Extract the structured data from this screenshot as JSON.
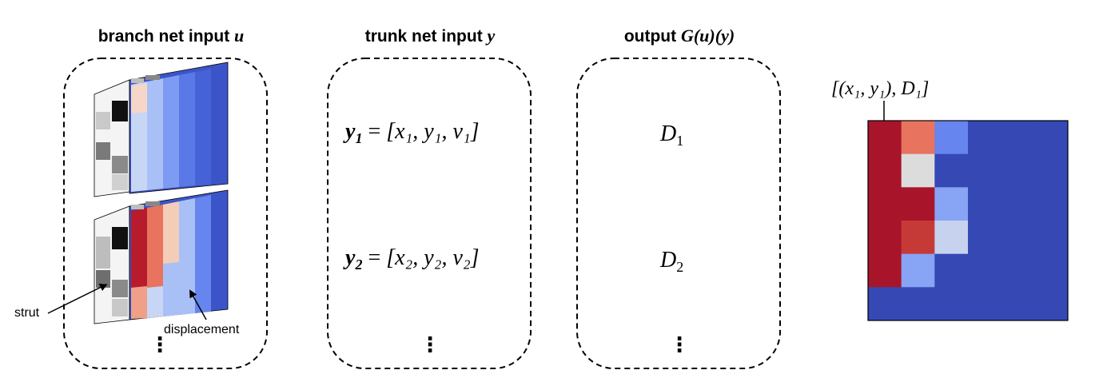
{
  "columns": {
    "branch": {
      "title_text": "branch net input ",
      "title_var": "u"
    },
    "trunk": {
      "title_text": "trunk net input ",
      "title_var": "y"
    },
    "output": {
      "title_text": "output ",
      "title_expr": "G(u)(y)"
    }
  },
  "branch": {
    "strut_label": "strut",
    "displacement_label": "displacement",
    "ellipsis": "⋮"
  },
  "trunk": {
    "rows": [
      {
        "lhs_var": "y",
        "lhs_sub": "1",
        "eq": " = ",
        "vec": "[x₁, y₁, v₁]"
      },
      {
        "lhs_var": "y",
        "lhs_sub": "2",
        "eq": " = ",
        "vec": "[x₂, y₂, v₂]"
      }
    ],
    "ellipsis": "⋮"
  },
  "output": {
    "rows": [
      {
        "var": "D",
        "sub": "1"
      },
      {
        "var": "D",
        "sub": "2"
      }
    ],
    "ellipsis": "⋮"
  },
  "field": {
    "label": "[(x₁, y₁), D₁]",
    "colors": {
      "dark_red": "#a8152a",
      "red": "#c53a36",
      "salmon": "#e8735f",
      "light_gray": "#dcdcdc",
      "pale_blue": "#c7d2ee",
      "mid_blue": "#88a4f4",
      "blue": "#6685ee",
      "base_blue": "#3548b4"
    },
    "grid": [
      [
        "dark_red",
        "salmon",
        "blue",
        "base_blue",
        "base_blue",
        "base_blue"
      ],
      [
        "dark_red",
        "light_gray",
        "base_blue",
        "base_blue",
        "base_blue",
        "base_blue"
      ],
      [
        "dark_red",
        "dark_red",
        "mid_blue",
        "base_blue",
        "base_blue",
        "base_blue"
      ],
      [
        "dark_red",
        "red",
        "pale_blue",
        "base_blue",
        "base_blue",
        "base_blue"
      ],
      [
        "dark_red",
        "mid_blue",
        "base_blue",
        "base_blue",
        "base_blue",
        "base_blue"
      ],
      [
        "base_blue",
        "base_blue",
        "base_blue",
        "base_blue",
        "base_blue",
        "base_blue"
      ]
    ]
  }
}
